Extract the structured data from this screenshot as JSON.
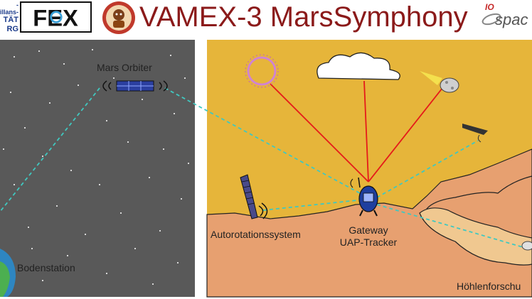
{
  "header": {
    "university_logo_lines": [
      "-illans-",
      "TÄT",
      "RG"
    ],
    "fex_logo_text": "FEX",
    "title": "VAMEX-3 MarsSymphony",
    "io_logo_small": "IO",
    "io_logo_text": "spac"
  },
  "diagram": {
    "labels": {
      "orbiter": "Mars Orbiter",
      "ground_station": "Bodenstation",
      "autorotation": "Autorotationssystem",
      "gateway_line1": "Gateway",
      "gateway_line2": "UAP-Tracker",
      "cave": "Höhlenforschu"
    },
    "colors": {
      "space_bg": "#595959",
      "mars_sky": "#e6b53a",
      "mars_ground": "#e7a070",
      "cave": "#f0c890",
      "title": "#8b1a1a",
      "comm_link": "#40c8c0",
      "observation_ray": "#e51a1a"
    }
  }
}
